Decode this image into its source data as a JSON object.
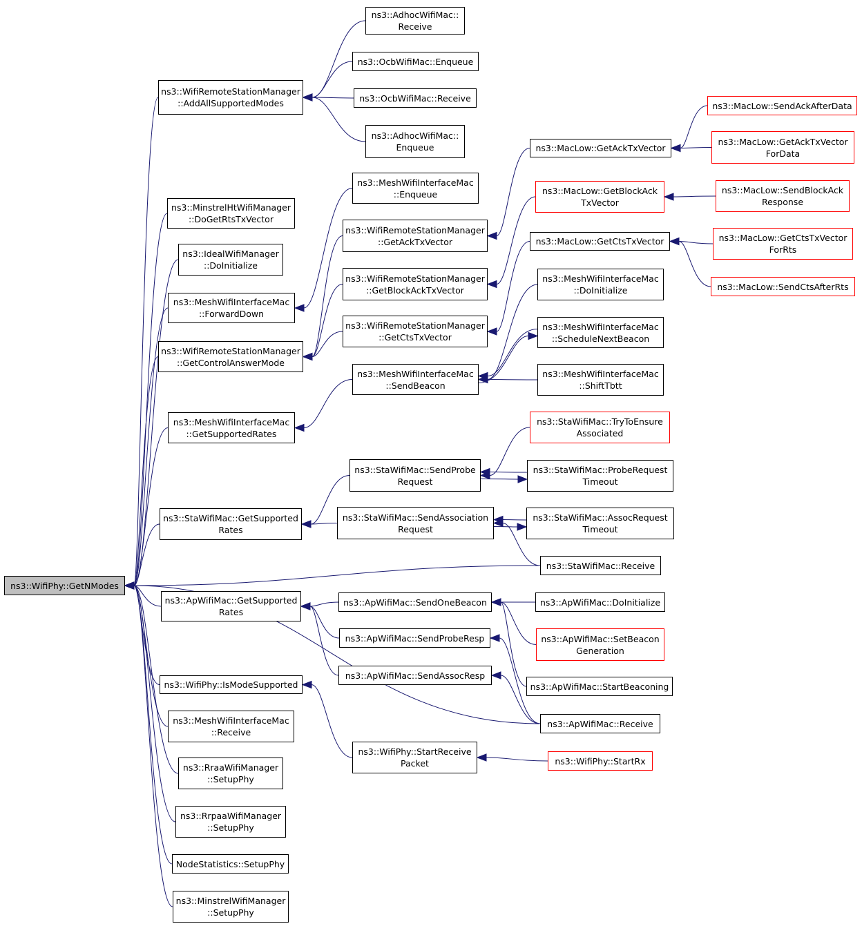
{
  "colors": {
    "edge": "#191970",
    "node_border": "#000000",
    "truncated_border": "#ff0000",
    "root_fill": "#bfbfbf"
  },
  "nodes": [
    {
      "id": "root",
      "lines": [
        "ns3::WifiPhy::GetNModes"
      ],
      "style": "root"
    },
    {
      "id": "addall",
      "lines": [
        "ns3::WifiRemoteStationManager",
        "::AddAllSupportedModes"
      ],
      "style": "normal"
    },
    {
      "id": "adhoc_recv",
      "lines": [
        "ns3::AdhocWifiMac::",
        "Receive"
      ],
      "style": "normal"
    },
    {
      "id": "ocb_enq",
      "lines": [
        "ns3::OcbWifiMac::Enqueue"
      ],
      "style": "normal"
    },
    {
      "id": "ocb_recv",
      "lines": [
        "ns3::OcbWifiMac::Receive"
      ],
      "style": "normal"
    },
    {
      "id": "adhoc_enq",
      "lines": [
        "ns3::AdhocWifiMac::",
        "Enqueue"
      ],
      "style": "normal"
    },
    {
      "id": "minstrelht",
      "lines": [
        "ns3::MinstrelHtWifiManager",
        "::DoGetRtsTxVector"
      ],
      "style": "normal"
    },
    {
      "id": "ideal",
      "lines": [
        "ns3::IdealWifiManager",
        "::DoInitialize"
      ],
      "style": "normal"
    },
    {
      "id": "mesh_fwd",
      "lines": [
        "ns3::MeshWifiInterfaceMac",
        "::ForwardDown"
      ],
      "style": "normal"
    },
    {
      "id": "getctrl",
      "lines": [
        "ns3::WifiRemoteStationManager",
        "::GetControlAnswerMode"
      ],
      "style": "normal"
    },
    {
      "id": "mesh_gsr",
      "lines": [
        "ns3::MeshWifiInterfaceMac",
        "::GetSupportedRates"
      ],
      "style": "normal"
    },
    {
      "id": "sta_gsr",
      "lines": [
        "ns3::StaWifiMac::GetSupported",
        "Rates"
      ],
      "style": "normal"
    },
    {
      "id": "ap_gsr",
      "lines": [
        "ns3::ApWifiMac::GetSupported",
        "Rates"
      ],
      "style": "normal"
    },
    {
      "id": "ismode",
      "lines": [
        "ns3::WifiPhy::IsModeSupported"
      ],
      "style": "normal"
    },
    {
      "id": "mesh_recv",
      "lines": [
        "ns3::MeshWifiInterfaceMac",
        "::Receive"
      ],
      "style": "normal"
    },
    {
      "id": "rraa",
      "lines": [
        "ns3::RraaWifiManager",
        "::SetupPhy"
      ],
      "style": "normal"
    },
    {
      "id": "rrpaa",
      "lines": [
        "ns3::RrpaaWifiManager",
        "::SetupPhy"
      ],
      "style": "normal"
    },
    {
      "id": "nodestats",
      "lines": [
        "NodeStatistics::SetupPhy"
      ],
      "style": "normal"
    },
    {
      "id": "minstrel",
      "lines": [
        "ns3::MinstrelWifiManager",
        "::SetupPhy"
      ],
      "style": "normal"
    },
    {
      "id": "mesh_enq",
      "lines": [
        "ns3::MeshWifiInterfaceMac",
        "::Enqueue"
      ],
      "style": "normal"
    },
    {
      "id": "wrsm_ack",
      "lines": [
        "ns3::WifiRemoteStationManager",
        "::GetAckTxVector"
      ],
      "style": "normal"
    },
    {
      "id": "wrsm_back",
      "lines": [
        "ns3::WifiRemoteStationManager",
        "::GetBlockAckTxVector"
      ],
      "style": "normal"
    },
    {
      "id": "wrsm_cts",
      "lines": [
        "ns3::WifiRemoteStationManager",
        "::GetCtsTxVector"
      ],
      "style": "normal"
    },
    {
      "id": "mesh_beacon",
      "lines": [
        "ns3::MeshWifiInterfaceMac",
        "::SendBeacon"
      ],
      "style": "normal"
    },
    {
      "id": "sta_probe",
      "lines": [
        "ns3::StaWifiMac::SendProbe",
        "Request"
      ],
      "style": "normal"
    },
    {
      "id": "sta_assoc",
      "lines": [
        "ns3::StaWifiMac::SendAssociation",
        "Request"
      ],
      "style": "normal"
    },
    {
      "id": "ap_onebeacon",
      "lines": [
        "ns3::ApWifiMac::SendOneBeacon"
      ],
      "style": "normal"
    },
    {
      "id": "ap_proberesp",
      "lines": [
        "ns3::ApWifiMac::SendProbeResp"
      ],
      "style": "normal"
    },
    {
      "id": "ap_assocresp",
      "lines": [
        "ns3::ApWifiMac::SendAssocResp"
      ],
      "style": "normal"
    },
    {
      "id": "phy_startrecv",
      "lines": [
        "ns3::WifiPhy::StartReceive",
        "Packet"
      ],
      "style": "normal"
    },
    {
      "id": "maclow_ack",
      "lines": [
        "ns3::MacLow::GetAckTxVector"
      ],
      "style": "normal"
    },
    {
      "id": "maclow_back",
      "lines": [
        "ns3::MacLow::GetBlockAck",
        "TxVector"
      ],
      "style": "red"
    },
    {
      "id": "maclow_cts",
      "lines": [
        "ns3::MacLow::GetCtsTxVector"
      ],
      "style": "normal"
    },
    {
      "id": "mesh_doinit",
      "lines": [
        "ns3::MeshWifiInterfaceMac",
        "::DoInitialize"
      ],
      "style": "normal"
    },
    {
      "id": "mesh_sched",
      "lines": [
        "ns3::MeshWifiInterfaceMac",
        "::ScheduleNextBeacon"
      ],
      "style": "normal"
    },
    {
      "id": "mesh_shift",
      "lines": [
        "ns3::MeshWifiInterfaceMac",
        "::ShiftTbtt"
      ],
      "style": "normal"
    },
    {
      "id": "sta_try",
      "lines": [
        "ns3::StaWifiMac::TryToEnsure",
        "Associated"
      ],
      "style": "red"
    },
    {
      "id": "sta_probetimeout",
      "lines": [
        "ns3::StaWifiMac::ProbeRequest",
        "Timeout"
      ],
      "style": "normal"
    },
    {
      "id": "sta_assoctimeout",
      "lines": [
        "ns3::StaWifiMac::AssocRequest",
        "Timeout"
      ],
      "style": "normal"
    },
    {
      "id": "sta_recv",
      "lines": [
        "ns3::StaWifiMac::Receive"
      ],
      "style": "normal"
    },
    {
      "id": "ap_doinit",
      "lines": [
        "ns3::ApWifiMac::DoInitialize"
      ],
      "style": "normal"
    },
    {
      "id": "ap_setbeacon",
      "lines": [
        "ns3::ApWifiMac::SetBeacon",
        "Generation"
      ],
      "style": "red"
    },
    {
      "id": "ap_startbeacon",
      "lines": [
        "ns3::ApWifiMac::StartBeaconing"
      ],
      "style": "normal"
    },
    {
      "id": "ap_recv",
      "lines": [
        "ns3::ApWifiMac::Receive"
      ],
      "style": "normal"
    },
    {
      "id": "phy_startrx",
      "lines": [
        "ns3::WifiPhy::StartRx"
      ],
      "style": "red"
    },
    {
      "id": "maclow_sendackdata",
      "lines": [
        "ns3::MacLow::SendAckAfterData"
      ],
      "style": "red"
    },
    {
      "id": "maclow_ackfordata",
      "lines": [
        "ns3::MacLow::GetAckTxVector",
        "ForData"
      ],
      "style": "red"
    },
    {
      "id": "maclow_sendbackresp",
      "lines": [
        "ns3::MacLow::SendBlockAck",
        "Response"
      ],
      "style": "red"
    },
    {
      "id": "maclow_ctsforrts",
      "lines": [
        "ns3::MacLow::GetCtsTxVector",
        "ForRts"
      ],
      "style": "red"
    },
    {
      "id": "maclow_sendctsrts",
      "lines": [
        "ns3::MacLow::SendCtsAfterRts"
      ],
      "style": "red"
    }
  ],
  "edges": [
    [
      "adhoc_recv",
      "addall"
    ],
    [
      "ocb_enq",
      "addall"
    ],
    [
      "ocb_recv",
      "addall"
    ],
    [
      "adhoc_enq",
      "addall"
    ],
    [
      "addall",
      "root"
    ],
    [
      "minstrelht",
      "root"
    ],
    [
      "ideal",
      "root"
    ],
    [
      "mesh_fwd",
      "root"
    ],
    [
      "getctrl",
      "root"
    ],
    [
      "mesh_gsr",
      "root"
    ],
    [
      "sta_gsr",
      "root"
    ],
    [
      "sta_recv",
      "root"
    ],
    [
      "ap_gsr",
      "root"
    ],
    [
      "ismode",
      "root"
    ],
    [
      "mesh_recv",
      "root"
    ],
    [
      "rraa",
      "root"
    ],
    [
      "rrpaa",
      "root"
    ],
    [
      "nodestats",
      "root"
    ],
    [
      "minstrel",
      "root"
    ],
    [
      "ap_recv",
      "root"
    ],
    [
      "mesh_enq",
      "mesh_fwd"
    ],
    [
      "wrsm_ack",
      "getctrl"
    ],
    [
      "wrsm_back",
      "getctrl"
    ],
    [
      "wrsm_cts",
      "getctrl"
    ],
    [
      "mesh_beacon",
      "mesh_gsr"
    ],
    [
      "sta_probe",
      "sta_gsr"
    ],
    [
      "sta_assoc",
      "sta_gsr"
    ],
    [
      "ap_onebeacon",
      "ap_gsr"
    ],
    [
      "ap_proberesp",
      "ap_gsr"
    ],
    [
      "ap_assocresp",
      "ap_gsr"
    ],
    [
      "phy_startrecv",
      "ismode"
    ],
    [
      "maclow_ack",
      "wrsm_ack"
    ],
    [
      "maclow_back",
      "wrsm_back"
    ],
    [
      "maclow_cts",
      "wrsm_cts"
    ],
    [
      "mesh_doinit",
      "mesh_beacon"
    ],
    [
      "mesh_sched",
      "mesh_beacon"
    ],
    [
      "mesh_shift",
      "mesh_beacon"
    ],
    [
      "mesh_beacon",
      "mesh_sched"
    ],
    [
      "sta_try",
      "sta_probe"
    ],
    [
      "sta_probetimeout",
      "sta_probe"
    ],
    [
      "sta_probe",
      "sta_probetimeout"
    ],
    [
      "sta_assoctimeout",
      "sta_assoc"
    ],
    [
      "sta_assoc",
      "sta_assoctimeout"
    ],
    [
      "sta_recv",
      "sta_assoc"
    ],
    [
      "ap_doinit",
      "ap_onebeacon"
    ],
    [
      "ap_setbeacon",
      "ap_onebeacon"
    ],
    [
      "ap_startbeacon",
      "ap_onebeacon"
    ],
    [
      "ap_recv",
      "ap_proberesp"
    ],
    [
      "ap_recv",
      "ap_assocresp"
    ],
    [
      "phy_startrx",
      "phy_startrecv"
    ],
    [
      "maclow_sendackdata",
      "maclow_ack"
    ],
    [
      "maclow_ackfordata",
      "maclow_ack"
    ],
    [
      "maclow_sendbackresp",
      "maclow_back"
    ],
    [
      "maclow_ctsforrts",
      "maclow_cts"
    ],
    [
      "maclow_sendctsrts",
      "maclow_cts"
    ]
  ]
}
